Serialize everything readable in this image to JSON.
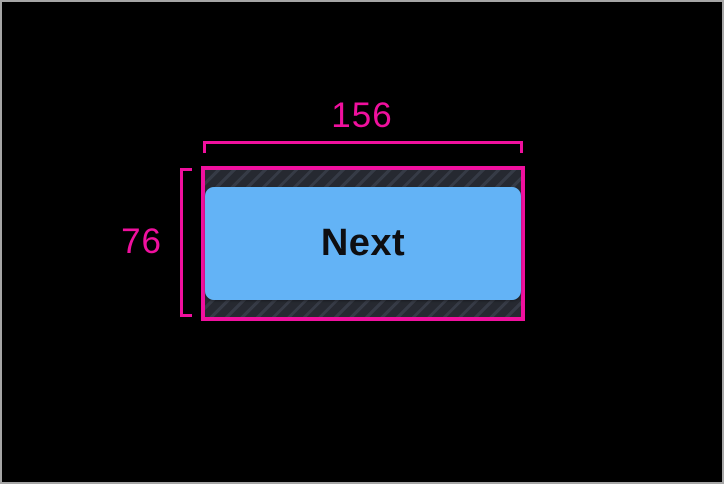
{
  "screen": {
    "background": "#000000",
    "frame_border_color": "#a6a6a6"
  },
  "inspector": {
    "accent_color": "#f0109e",
    "width_label": "156",
    "height_label": "76",
    "padding_hatch_base": "#363b46",
    "padding_hatch_stripe": "#262a33"
  },
  "button": {
    "label": "Next",
    "background": "#63b3f6",
    "text_color": "#0e0e11"
  }
}
